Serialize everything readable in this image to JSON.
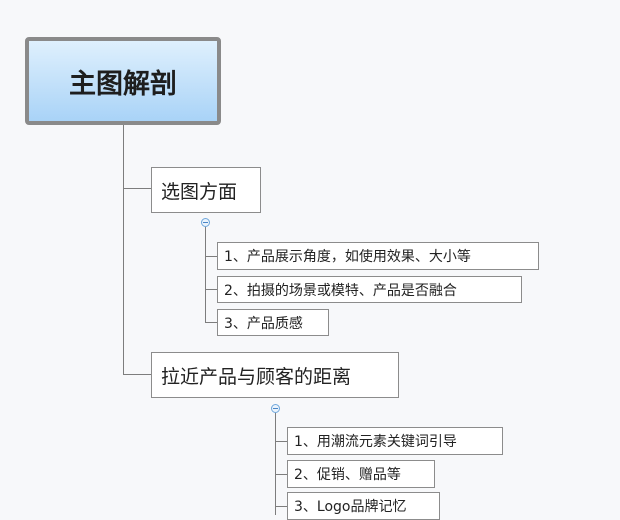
{
  "root": {
    "label": "主图解剖"
  },
  "branches": [
    {
      "label": "选图方面",
      "children": [
        "1、产品展示角度，如使用效果、大小等",
        "2、拍摄的场景或模特、产品是否融合",
        "3、产品质感"
      ]
    },
    {
      "label": "拉近产品与顾客的距离",
      "children": [
        "1、用潮流元素关键词引导",
        "2、促销、赠品等",
        "3、Logo品牌记忆"
      ]
    }
  ],
  "colors": {
    "root_fill_top": "#dff0fd",
    "root_fill_bottom": "#a9d3f7",
    "connector": "#7d7d7d",
    "collapse_toggle": "#6fa7dc"
  },
  "icons": {
    "collapse_toggle": "minus-circle"
  }
}
